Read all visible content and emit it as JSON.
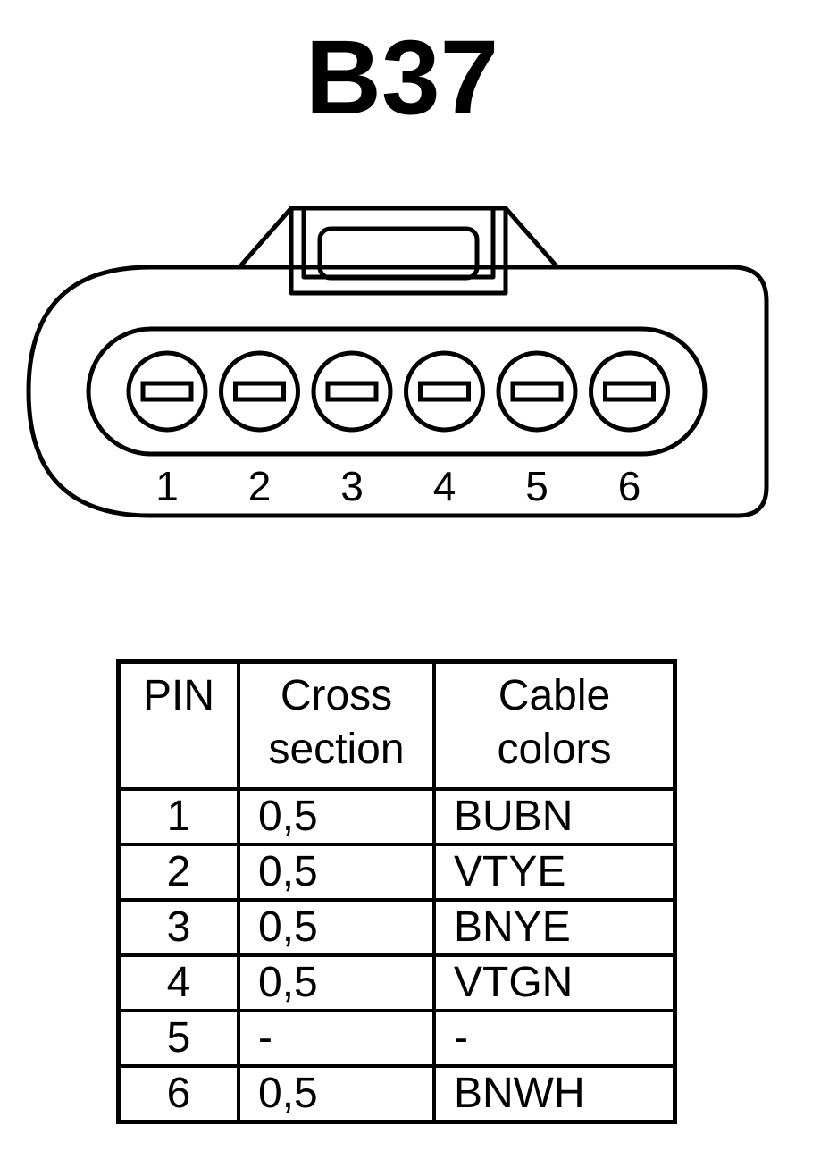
{
  "connector": {
    "title": "B37",
    "pin_labels": [
      "1",
      "2",
      "3",
      "4",
      "5",
      "6"
    ]
  },
  "table": {
    "headers": {
      "pin": "PIN",
      "cross_line1": "Cross",
      "cross_line2": "section",
      "colors_line1": "Cable",
      "colors_line2": "colors"
    },
    "rows": [
      {
        "pin": "1",
        "cross_section": "0,5",
        "color": "BUBN"
      },
      {
        "pin": "2",
        "cross_section": "0,5",
        "color": "VTYE"
      },
      {
        "pin": "3",
        "cross_section": "0,5",
        "color": "BNYE"
      },
      {
        "pin": "4",
        "cross_section": "0,5",
        "color": "VTGN"
      },
      {
        "pin": "5",
        "cross_section": "-",
        "color": "-"
      },
      {
        "pin": "6",
        "cross_section": "0,5",
        "color": "BNWH"
      }
    ]
  }
}
